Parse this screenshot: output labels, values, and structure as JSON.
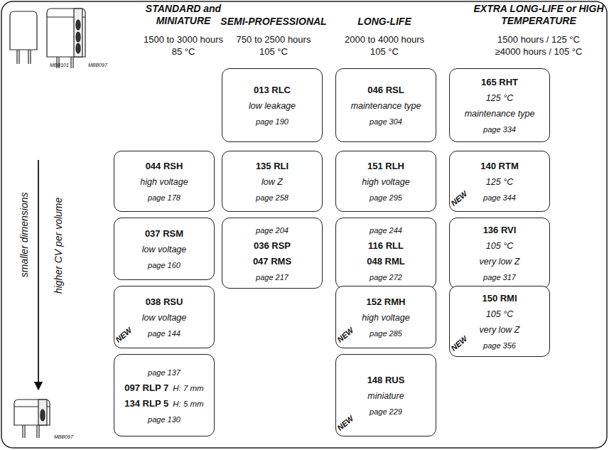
{
  "diagram": {
    "nodes": [
      {
        "text": [
          "013 RLC",
          "low leakage",
          "page 190"
        ]
      },
      {
        "text": [
          "046 RSL",
          "maintenance type",
          "page 304"
        ]
      },
      {
        "text": [
          "165 RHT",
          "125 °C",
          "maintenance type",
          "page 334"
        ]
      },
      {
        "text": [
          "044 RSH",
          "high voltage",
          "page 178"
        ]
      },
      {
        "text": [
          "135 RLI",
          "low Z",
          "page 258"
        ]
      },
      {
        "text": [
          "151 RLH",
          "high voltage",
          "page 295"
        ]
      },
      {
        "text": [
          "140 RTM",
          "125 °C",
          "NEW",
          "page 344"
        ]
      },
      {
        "text": [
          "037 RSM",
          "low voltage",
          "page 160"
        ]
      },
      {
        "text": [
          "page 204",
          "036 RSP",
          "047 RMS",
          "page 217"
        ]
      },
      {
        "text": [
          "page 244",
          "116 RLL",
          "048 RML",
          "page 272"
        ]
      },
      {
        "text": [
          "136 RVI",
          "105 °C",
          "very low Z",
          "page 317"
        ]
      },
      {
        "text": [
          "038 RSU",
          "low voltage",
          "NEW",
          "page 144"
        ]
      },
      {
        "text": [
          "152 RMH",
          "high voltage",
          "NEW",
          "page 285"
        ]
      },
      {
        "text": [
          "150 RMI",
          "105 °C",
          "very low Z",
          "NEW",
          "page 356"
        ]
      },
      {
        "text": [
          "page 137",
          "097 RLP 7",
          "H: 7 mm",
          "134 RLP 5",
          "H: 5 mm",
          "page 130"
        ]
      },
      {
        "text": [
          "148 RUS",
          "miniature",
          "NEW",
          "page 229"
        ]
      }
    ],
    "labels": [
      "STANDARD and MINIATURE",
      "1500 to 3000 hours",
      "85 °C",
      "SEMI-PROFESSIONAL",
      "750 to 2500 hours",
      "105 °C",
      "LONG-LIFE",
      "2000 to 4000 hours",
      "105 °C",
      "EXTRA LONG-LIFE or HIGH TEMPERATURE",
      "1500 hours / 125 °C",
      "≥4000 hours / 105 °C",
      "smaller dimensions",
      "higher CV per volume",
      "MBB101",
      "MBB097",
      "MBB097"
    ]
  }
}
